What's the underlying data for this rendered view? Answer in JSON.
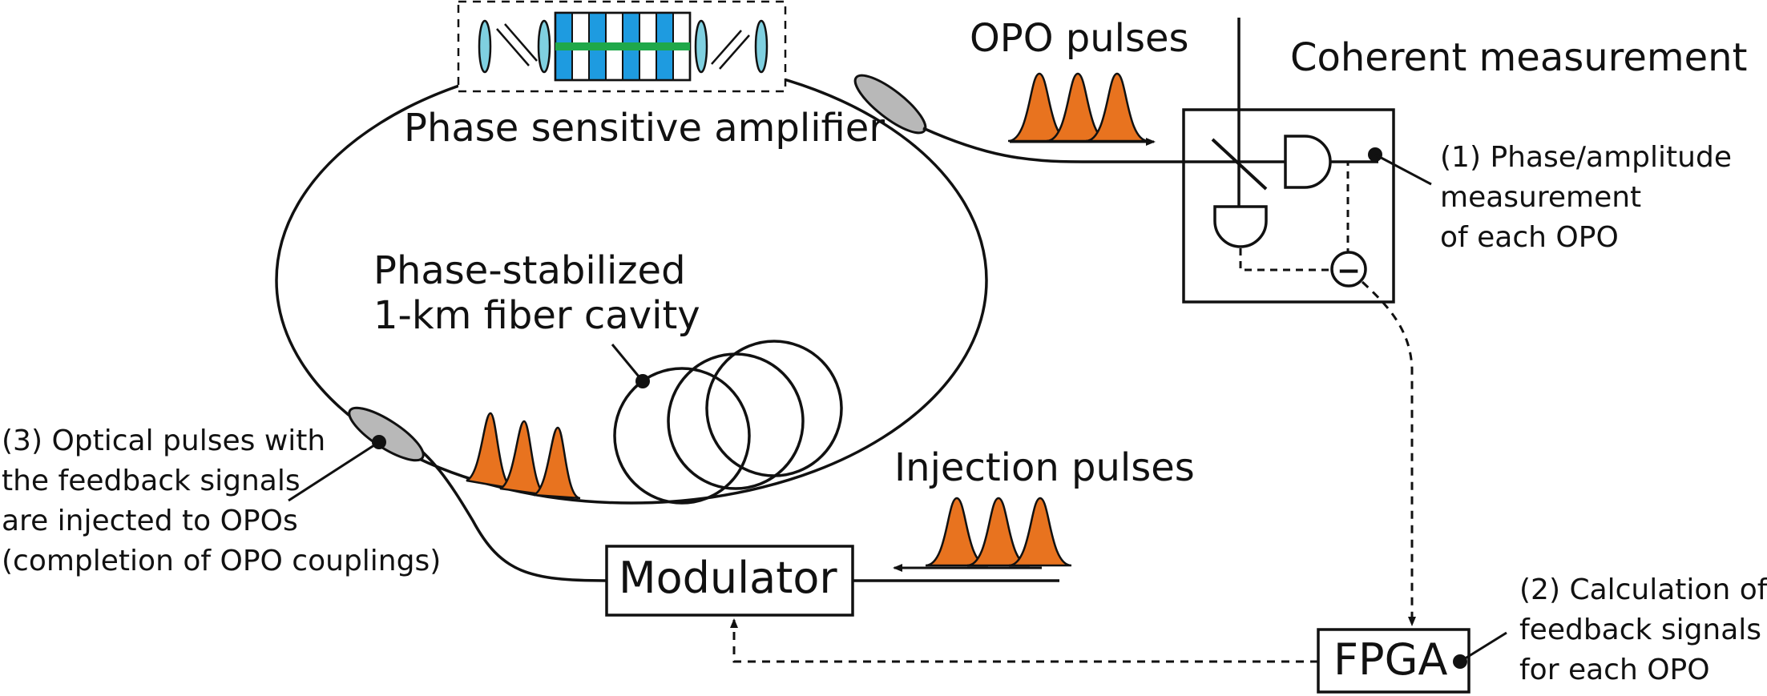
{
  "labels": {
    "psa": "Phase sensitive amplifier",
    "opo_pulses": "OPO pulses",
    "coherent_measurement": "Coherent measurement",
    "fiber_cavity_line1": "Phase-stabilized",
    "fiber_cavity_line2": "1-km fiber cavity",
    "injection_pulses": "Injection pulses",
    "modulator": "Modulator",
    "fpga": "FPGA",
    "minus_sign": "−"
  },
  "annotations": {
    "step1": [
      "(1) Phase/amplitude",
      "measurement",
      "of each OPO"
    ],
    "step2": [
      "(2) Calculation of",
      "feedback signals",
      "for each OPO"
    ],
    "step3": [
      "(3) Optical pulses with",
      "the feedback signals",
      "are injected to OPOs",
      "(completion of OPO couplings)"
    ]
  },
  "colors": {
    "line": "#111111",
    "pulse_fill": "#e8731f",
    "crystal_blue": "#1e9be0",
    "pump_green": "#1fa84a",
    "lens_fill": "#7fd0e0",
    "coupler_fill": "#b8b8b8"
  }
}
